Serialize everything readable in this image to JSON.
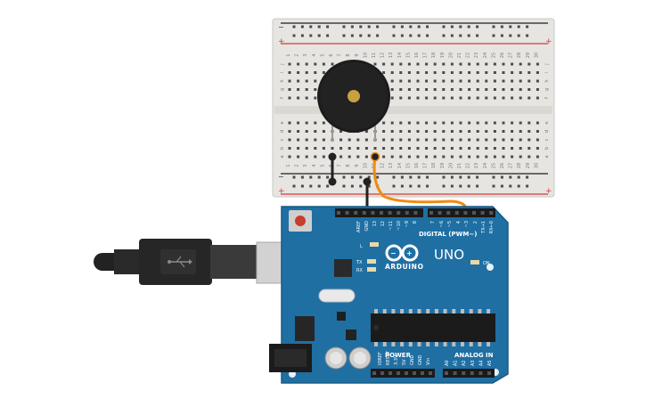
{
  "breadboard": {
    "columns": [
      "1",
      "2",
      "3",
      "4",
      "5",
      "6",
      "7",
      "8",
      "9",
      "10",
      "11",
      "12",
      "13",
      "14",
      "15",
      "16",
      "17",
      "18",
      "19",
      "20",
      "21",
      "22",
      "23",
      "24",
      "25",
      "26",
      "27",
      "28",
      "29",
      "30"
    ],
    "rows_top": [
      "j",
      "i",
      "h",
      "g",
      "f"
    ],
    "rows_bottom": [
      "e",
      "d",
      "c",
      "b",
      "a"
    ],
    "rail_plus": "+",
    "rail_minus": "−",
    "colors": {
      "board": "#e6e5e1",
      "hole": "#4a4a4a",
      "red_rail": "#d43a3a",
      "black_rail": "#1f1f1f"
    }
  },
  "buzzer": {
    "colors": {
      "body": "#1c1c1c",
      "center": "#c8a041"
    }
  },
  "wires": {
    "colors": {
      "signal": "#f08a12",
      "ground": "#222222"
    }
  },
  "arduino": {
    "brand": "ARDUINO",
    "model": "UNO",
    "digital_label": "DIGITAL (PWM~)",
    "power_label": "POWER",
    "analog_label": "ANALOG IN",
    "led_labels": {
      "l": "L",
      "tx": "TX",
      "rx": "RX",
      "on": "ON"
    },
    "top_pins": [
      "AREF",
      "GND",
      "13",
      "12",
      "~11",
      "~10",
      "~9",
      "8",
      "7",
      "~6",
      "~5",
      "4",
      "~3",
      "2",
      "TX→1",
      "RX←0"
    ],
    "power_pins": [
      "IOREF",
      "RESET",
      "3.3V",
      "5V",
      "GND",
      "GND",
      "Vin"
    ],
    "analog_pins": [
      "A0",
      "A1",
      "A2",
      "A3",
      "A4",
      "A5"
    ],
    "colors": {
      "board": "#1f6fa3",
      "board_edge": "#175a86",
      "header": "#1a1a1a",
      "text": "#ffffff"
    }
  },
  "usb_cable": {
    "colors": {
      "cable": "#222222",
      "plug": "#cfcfcf"
    }
  }
}
